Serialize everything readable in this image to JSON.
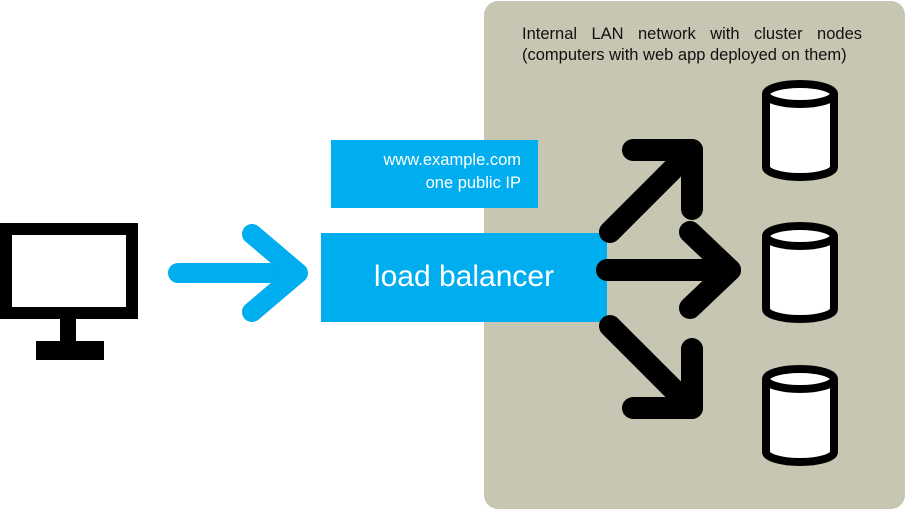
{
  "lan": {
    "caption": "Internal LAN network with cluster nodes (computers with web app deployed on them)"
  },
  "domain_box": {
    "line1": "www.example.com",
    "line2": "one public IP"
  },
  "load_balancer": {
    "label": "load balancer"
  },
  "nodes": [
    {
      "icon": "server-node-icon"
    },
    {
      "icon": "server-node-icon"
    },
    {
      "icon": "server-node-icon"
    }
  ],
  "client": {
    "icon": "computer-monitor-icon"
  },
  "colors": {
    "accent": "#00adef",
    "lan_background": "#c7c6b2",
    "ink": "#000000"
  }
}
